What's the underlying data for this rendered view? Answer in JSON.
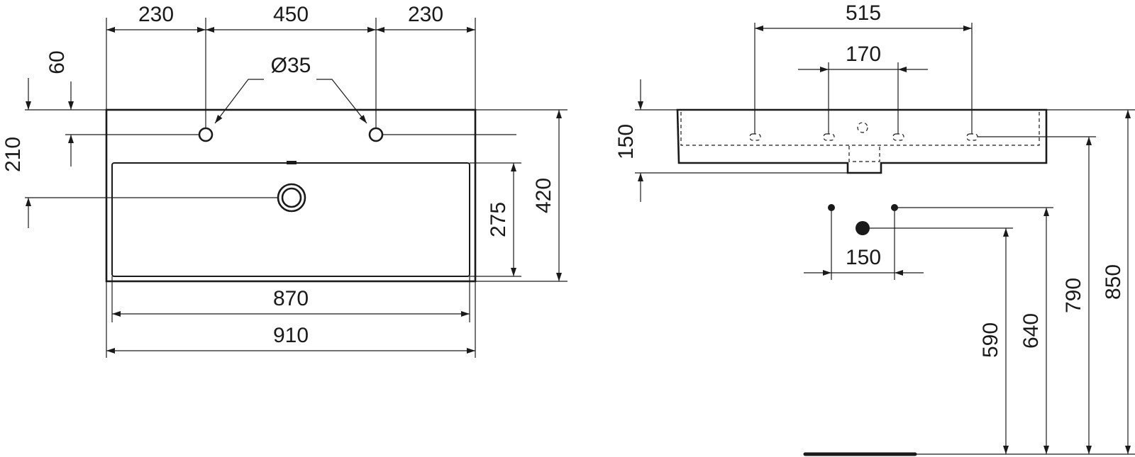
{
  "drawing": {
    "top_view": {
      "tap_spacing_left": "230",
      "tap_spacing_middle": "450",
      "tap_spacing_right": "230",
      "tap_hole_diameter": "Ø35",
      "tap_hole_offset": "60",
      "drain_offset": "210",
      "bowl_depth": "275",
      "overall_depth": "420",
      "bowl_width": "870",
      "overall_width": "910"
    },
    "front_view": {
      "fixing_spacing_outer": "515",
      "fixing_spacing_inner": "170",
      "basin_height": "150",
      "supply_spacing": "150",
      "drain_height": "590",
      "supply_height": "640",
      "fixing_height": "790",
      "rim_height": "850"
    }
  }
}
